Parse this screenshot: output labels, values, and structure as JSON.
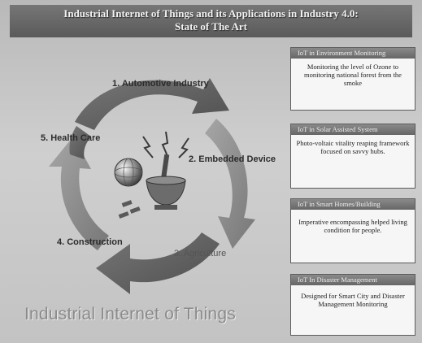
{
  "title": {
    "line1": "Industrial Internet of Things and its Applications in Industry 4.0:",
    "line2": "State of The Art"
  },
  "cycle": {
    "items": [
      "1. Automotive Industry",
      "2. Embedded Device",
      "3. Agriculture",
      "4. Construction",
      "5. Health Care"
    ]
  },
  "footer_title": "Industrial Internet of Things",
  "applications": [
    {
      "heading": "IoT in Environment Monitoring",
      "body": "Monitoring the level of Ozone to monitoring national forest from the smoke"
    },
    {
      "heading": "IoT in Solar Assisted System",
      "body": "Photo-voltaic vitality reaping framework focused on savvy hubs."
    },
    {
      "heading": "IoT in Smart Homes/Building",
      "body": "Imperative encompassing helped living condition for people."
    },
    {
      "heading": "IoT In Disaster Management",
      "body": "Designed for Smart City and Disaster Management Monitoring"
    }
  ],
  "colors": {
    "arrow_dark": "#5f5f5f",
    "arrow_light": "#8d8d8d",
    "panel_head": "#707070",
    "title_bar": "#6a6a6a"
  },
  "icons": [
    "globe-icon",
    "mortar-pestle-icon",
    "lightning-icon"
  ]
}
